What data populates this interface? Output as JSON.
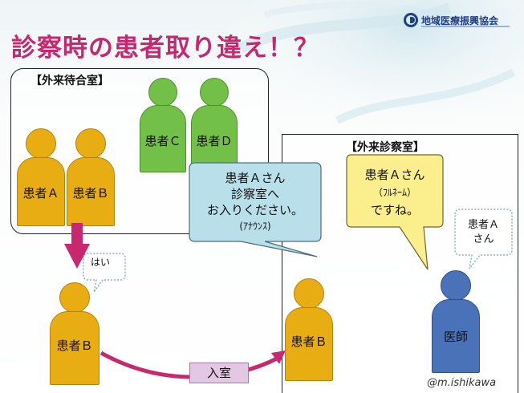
{
  "slide": {
    "title": "診察時の患者取り違え！？",
    "logo_text": "地域医療振興協会",
    "signature": "@m.ishikawa"
  },
  "waiting_room": {
    "label": "【外来待合室】",
    "patients": [
      "患者Ａ",
      "患者Ｂ",
      "患者Ｃ",
      "患者Ｄ"
    ]
  },
  "moved_patient": {
    "name": "患者Ｂ",
    "reply": "はい"
  },
  "announcement": {
    "line1": "患者Ａさん",
    "line2": "診察室へ",
    "line3": "お入りください。",
    "note": "(ｱﾅｳﾝｽ)"
  },
  "exam_room": {
    "label": "【外来診察室】",
    "patient": "患者Ｂ",
    "doctor": "医師",
    "doctor_question_line1": "患者Ａさん",
    "doctor_question_note": "（ﾌﾙﾈｰﾑ）",
    "doctor_question_line3": "ですね。",
    "doctor_call_line1": "患者Ａ",
    "doctor_call_line2": "さん"
  },
  "enter_room_label": "入室",
  "colors": {
    "title": "#c8266e",
    "patient": "#e8ad13",
    "patient_alt": "#72c048",
    "doctor": "#4a72b8",
    "announcement_bubble": "#b9e0ea",
    "doctor_bubble": "#fbee8c",
    "arrow": "#c8286f"
  }
}
